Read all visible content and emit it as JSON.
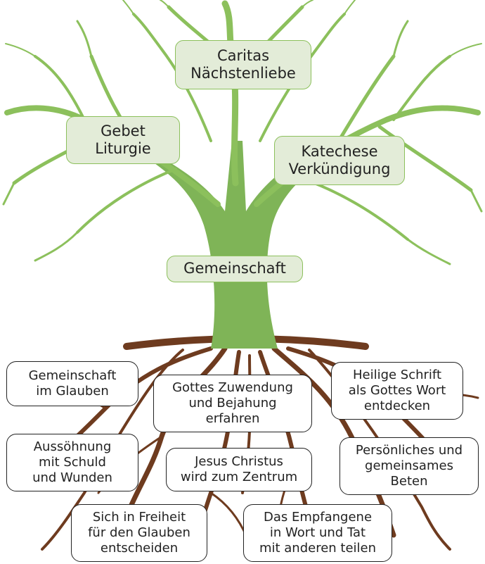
{
  "crown_labels": {
    "caritas": [
      "Caritas",
      "Nächstenliebe"
    ],
    "gebet": [
      "Gebet",
      "Liturgie"
    ],
    "katechese": [
      "Katechese",
      "Verkündigung"
    ],
    "gemeinschaft": [
      "Gemeinschaft"
    ]
  },
  "root_labels": {
    "gemeinschaft_glauben": [
      "Gemeinschaft",
      "im Glauben"
    ],
    "gottes_zuwendung": [
      "Gottes Zuwendung",
      "und Bejahung",
      "erfahren"
    ],
    "heilige_schrift": [
      "Heilige Schrift",
      "als Gottes Wort",
      "entdecken"
    ],
    "aussoehnung": [
      "Aussöhnung",
      "mit Schuld",
      "und Wunden"
    ],
    "jesus_christus": [
      "Jesus Christus",
      "wird zum Zentrum"
    ],
    "beten": [
      "Persönliches und",
      "gemeinsames",
      "Beten"
    ],
    "freiheit": [
      "Sich in Freiheit",
      "für den Glauben",
      "entscheiden"
    ],
    "empfangene": [
      "Das Empfangene",
      "in Wort und Tat",
      "mit anderen teilen"
    ]
  },
  "colors": {
    "tree_green": "#8cc05c",
    "trunk_green": "#7fb457",
    "root_brown": "#6e3b1f",
    "crown_box_fill": "#e3ecd8"
  }
}
